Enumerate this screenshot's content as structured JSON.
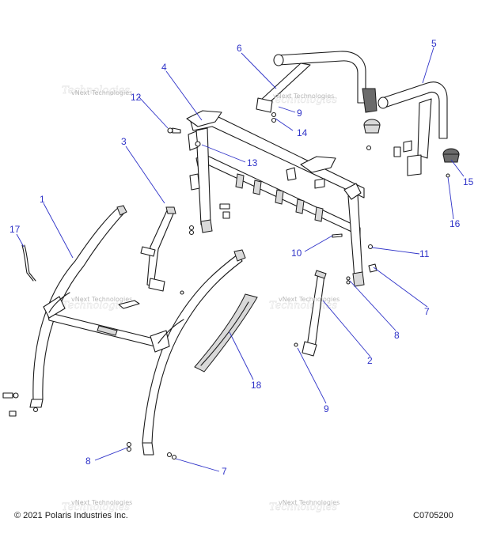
{
  "copyright": "© 2021 Polaris Industries Inc.",
  "diagram_code": "C0705200",
  "watermark_text": "vNext Technologies",
  "callouts": [
    "1",
    "2",
    "3",
    "4",
    "5",
    "6",
    "7",
    "7",
    "8",
    "8",
    "9",
    "9",
    "10",
    "11",
    "12",
    "13",
    "14",
    "15",
    "16",
    "17",
    "18"
  ],
  "colors": {
    "callout": "#2e32c8",
    "linework": "#1a1a1a",
    "watermark": "#b9b9b9"
  }
}
